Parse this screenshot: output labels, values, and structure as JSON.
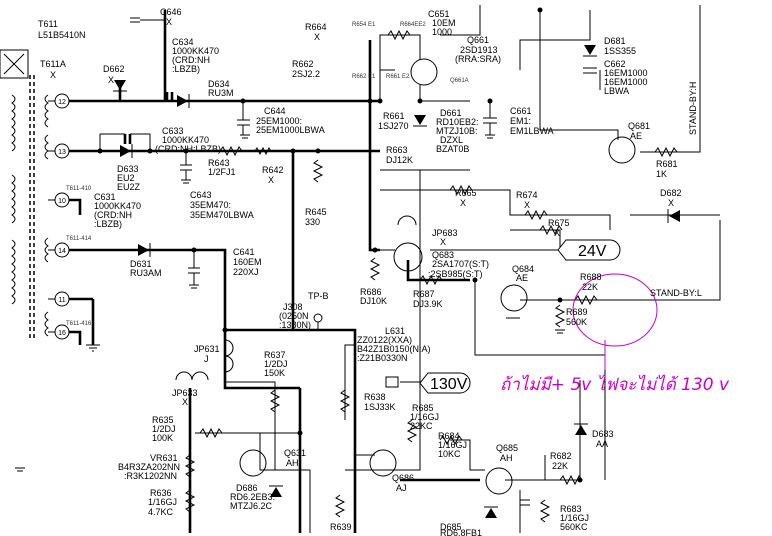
{
  "colors": {
    "wire": "#000000",
    "annotation": "#cc00cc",
    "background": "#ffffff"
  },
  "pins": [
    "12",
    "13",
    "10",
    "14",
    "11",
    "16"
  ],
  "top_left": {
    "t611_ref": "T611",
    "t611_part": "L51B5410N",
    "t611a_ref": "T611A",
    "t611a_val": "X",
    "d662_ref": "D662",
    "d662_val": "X"
  },
  "caps": {
    "c646": {
      "ref": "C646",
      "val": "X"
    },
    "c634": {
      "ref": "C634",
      "val": "1000KK470",
      "note": "(CRD:NH",
      "note2": ":LBZB)"
    },
    "c633": {
      "ref": "C633",
      "val": "1000KK470",
      "note": "(CRD:NH:LBZB)"
    },
    "c631": {
      "ref": "C631",
      "val": "1000KK470",
      "note": "(CRD:NH",
      "note2": ":LBZB)"
    },
    "c644": {
      "ref": "C644",
      "val": "25EM1000:",
      "val2": "25EM1000LBWA"
    },
    "c643": {
      "ref": "C643",
      "val": "35EM470:",
      "val2": "35EM470LBWA"
    },
    "c641": {
      "ref": "C641",
      "val": "160EM",
      "val2": "220XJ"
    },
    "c651": {
      "ref": "C651",
      "val": "10EM",
      "val2": "1000"
    },
    "c661": {
      "ref": "C661",
      "val": "EM1:",
      "val2": "EM1LBWA"
    },
    "c662": {
      "ref": "C662",
      "val": "16EM1000",
      "val2": "16EM1000",
      "val3": "LBWA"
    }
  },
  "diodes": {
    "d634": {
      "ref": "D634",
      "val": "RU3M"
    },
    "d633": {
      "ref": "D633",
      "val": "EU2",
      "val2": "EU2Z"
    },
    "d631": {
      "ref": "D631",
      "val": "RU3AM"
    },
    "d681": {
      "ref": "D681",
      "val": "1SS355"
    },
    "d682": {
      "ref": "D682",
      "val": "X"
    },
    "d661": {
      "ref": "D661",
      "val": "RD10EB2:",
      "val2": "MTZJ10B:",
      "val3": "DZXL",
      "val4": "BZAT0B"
    },
    "d683": {
      "ref": "D683",
      "val": "AA"
    },
    "d686": {
      "ref": "D686",
      "val": "RD6.2EB3:",
      "val2": "MTZJ6.2C"
    },
    "d685": {
      "ref": "D685",
      "val": "RD6.8FB1"
    }
  },
  "resistors": {
    "r664": {
      "ref": "R664",
      "val": "X"
    },
    "r662": {
      "ref": "R662",
      "val": "2SJ2.2"
    },
    "r661": {
      "ref": "R661",
      "val": "1SJ270"
    },
    "r663": {
      "ref": "R663",
      "val": "DJ12K"
    },
    "r643": {
      "ref": "R643",
      "val": "1/2FJ1"
    },
    "r642": {
      "ref": "R642",
      "val": "X"
    },
    "r645": {
      "ref": "R645",
      "val": "330"
    },
    "r665": {
      "ref": "R665",
      "val": "X"
    },
    "r674": {
      "ref": "R674",
      "val": "X"
    },
    "r675": {
      "ref": "R675",
      "val": "X"
    },
    "r681": {
      "ref": "R681",
      "val": "1K"
    },
    "r686": {
      "ref": "R686",
      "val": "DJ10K"
    },
    "r687": {
      "ref": "R687",
      "val": "DJ3.9K"
    },
    "r688": {
      "ref": "R688",
      "val": "22K"
    },
    "r689": {
      "ref": "R689",
      "val": "560K"
    },
    "r637": {
      "ref": "R637",
      "val": "1/2DJ",
      "val2": "150K"
    },
    "r638": {
      "ref": "R638",
      "val": "1SJ33K"
    },
    "r635": {
      "ref": "R635",
      "val": "1/2DJ",
      "val2": "100K"
    },
    "r685": {
      "ref": "R685",
      "val": "1/16GJ",
      "val2": "22KC"
    },
    "r684": {
      "ref": "R684",
      "val": "1/16GJ",
      "val2": "10KC"
    },
    "r682": {
      "ref": "R682",
      "val": "22K"
    },
    "r636": {
      "ref": "R636",
      "val": "1/16GJ",
      "val2": "4.7KC"
    },
    "r683": {
      "ref": "R683",
      "val": "1/16GJ",
      "val2": "560KC"
    },
    "r639": {
      "ref": "R639"
    },
    "vr631": {
      "ref": "VR631",
      "val": "B4R3ZA202NN",
      "val2": ":R3K1202NN"
    }
  },
  "transistors": {
    "q661": {
      "ref": "Q661",
      "val": "2SD1913",
      "val2": "(RRA:SRA)"
    },
    "q681": {
      "ref": "Q681",
      "val": "AE"
    },
    "q683": {
      "ref": "Q683",
      "val": "2SA1707(S:T)",
      "val2": ":2SB985(S:T)"
    },
    "q684": {
      "ref": "Q684",
      "val": "AE"
    },
    "q631": {
      "ref": "Q631",
      "val": "AH"
    },
    "q686": {
      "ref": "Q686",
      "val": "AJ"
    },
    "q685": {
      "ref": "Q685",
      "val": "AH"
    }
  },
  "misc": {
    "jp683": "JP683",
    "jp683_val": "X",
    "jp631": "JP631",
    "jp631_val": "J",
    "jp633": "JP633",
    "jp633_val": "X",
    "j308": "J308",
    "j308_val": "(0250N",
    "j308_val2": ":1380N)",
    "tpb": "TP-B",
    "l631": "L631",
    "l631_val": "ZZ0122(XXA)",
    "l631_val2": "B42Z1B0150(N:A)",
    "l631_val3": ":Z21B0330N",
    "standby_h": "STAND-BY:H",
    "standby_l": "STAND-BY:L"
  },
  "voltages": {
    "v24": "24V",
    "v130": "130V"
  },
  "annotation": "ถ้าไม่มี+ 5v ไฟจะไม่ได้ 130 v"
}
